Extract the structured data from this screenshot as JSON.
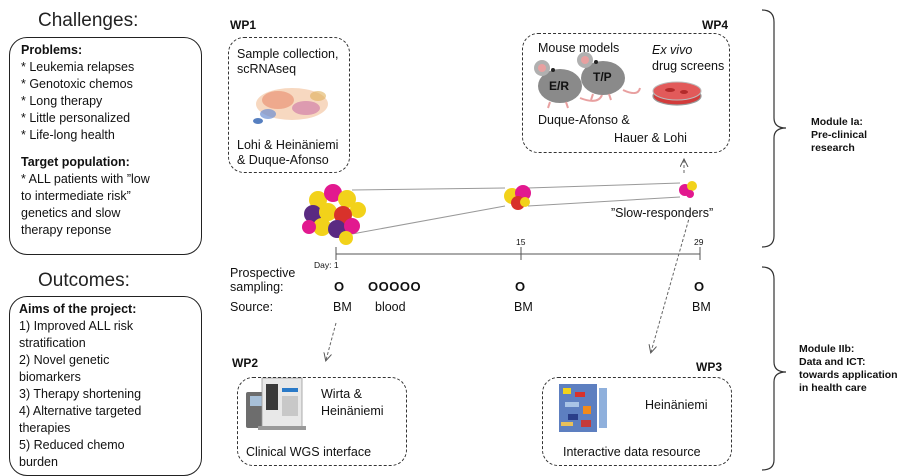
{
  "challenges_title": "Challenges:",
  "problems": {
    "heading": "Problems:",
    "items": [
      "* Leukemia relapses",
      "* Genotoxic chemos",
      "* Long therapy",
      "* Little personalized",
      "* Life-long health"
    ]
  },
  "target": {
    "heading": "Target population:",
    "lines": [
      "* ALL patients with ”low",
      "to intermediate risk”",
      "genetics and slow",
      "therapy reponse"
    ]
  },
  "outcomes_title": "Outcomes:",
  "aims": {
    "heading": "Aims of the project:",
    "lines": [
      "1) Improved ALL risk",
      "stratification",
      "2) Novel genetic",
      "biomarkers",
      "3) Therapy shortening",
      "4) Alternative targeted",
      "therapies",
      "5) Reduced chemo",
      "burden"
    ]
  },
  "wp1": {
    "label": "WP1",
    "text1": "Sample collection,",
    "text2": "scRNAseq",
    "authors1": "Lohi & Heinäniemi",
    "authors2": "& Duque-Afonso"
  },
  "wp4": {
    "label": "WP4",
    "mouse_models": "Mouse models",
    "ex_vivo": "Ex vivo",
    "drug_screens": "drug screens",
    "mouse1_label": "E/R",
    "mouse2_label": "T/P",
    "authors1": "Duque-Afonso &",
    "authors2": "Hauer & Lohi"
  },
  "wp2": {
    "label": "WP2",
    "authors1": "Wirta &",
    "authors2": "Heinäniemi",
    "caption": "Clinical WGS interface"
  },
  "wp3": {
    "label": "WP3",
    "authors": "Heinäniemi",
    "caption": "Interactive data resource"
  },
  "timeline": {
    "day_label": "Day: 1",
    "day15": "15",
    "day29": "29",
    "slow_responders": "”Slow-responders”"
  },
  "sampling": {
    "label1": "Prospective",
    "label2": "sampling:",
    "marks": [
      "O",
      "OOOOO",
      "O",
      "O"
    ],
    "source_label": "Source:",
    "sources": [
      "BM",
      "blood",
      "BM",
      "BM"
    ]
  },
  "module1": {
    "line1": "Module Ia:",
    "line2": "Pre-clinical",
    "line3": "research"
  },
  "module2": {
    "line1": "Module IIb:",
    "line2": "Data and ICT:",
    "line3": "towards application",
    "line4": "in health care"
  },
  "colors": {
    "cell_yellow": "#f2d21a",
    "cell_magenta": "#e2198f",
    "cell_purple": "#5a2a82",
    "cell_red": "#d8322b",
    "dish_red": "#d23b3b"
  }
}
